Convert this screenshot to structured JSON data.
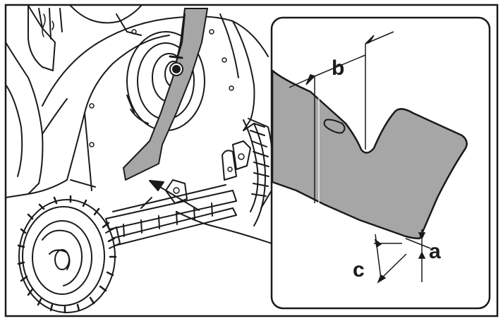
{
  "callouts": {
    "a": "a",
    "b": "b",
    "c": "c"
  },
  "colors": {
    "line": "#1a1a1a",
    "blade_fill": "#a6a6a6",
    "background": "#ffffff"
  }
}
